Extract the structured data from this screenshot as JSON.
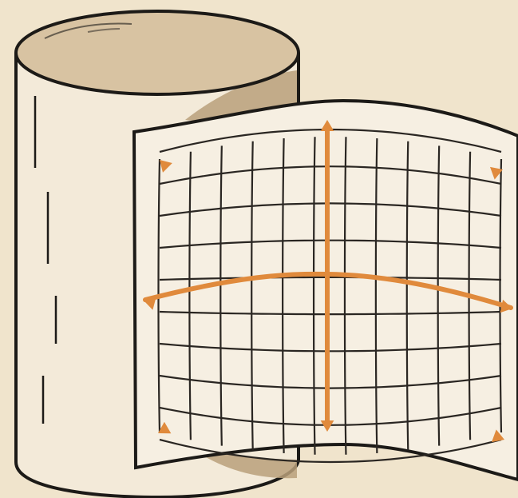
{
  "colors": {
    "background": "#f0e4cc",
    "cylinder_body": "#f3ead9",
    "cylinder_top": "#d8c3a2",
    "cylinder_inner_shadow": "#b9a07a",
    "sheet_fill": "#f6efe2",
    "outline": "#1c1a17",
    "grid_line": "#2a2622",
    "axis_accent": "#e08a3c"
  },
  "grid": {
    "columns": 11,
    "rows": 9
  },
  "objects": {
    "cylinder": "paper-roll-cylinder",
    "sheet": "curved-grid-sheet",
    "axes": [
      "horizontal-axis-double-arrow",
      "vertical-axis-double-arrow"
    ],
    "corner_arrows": 4
  }
}
